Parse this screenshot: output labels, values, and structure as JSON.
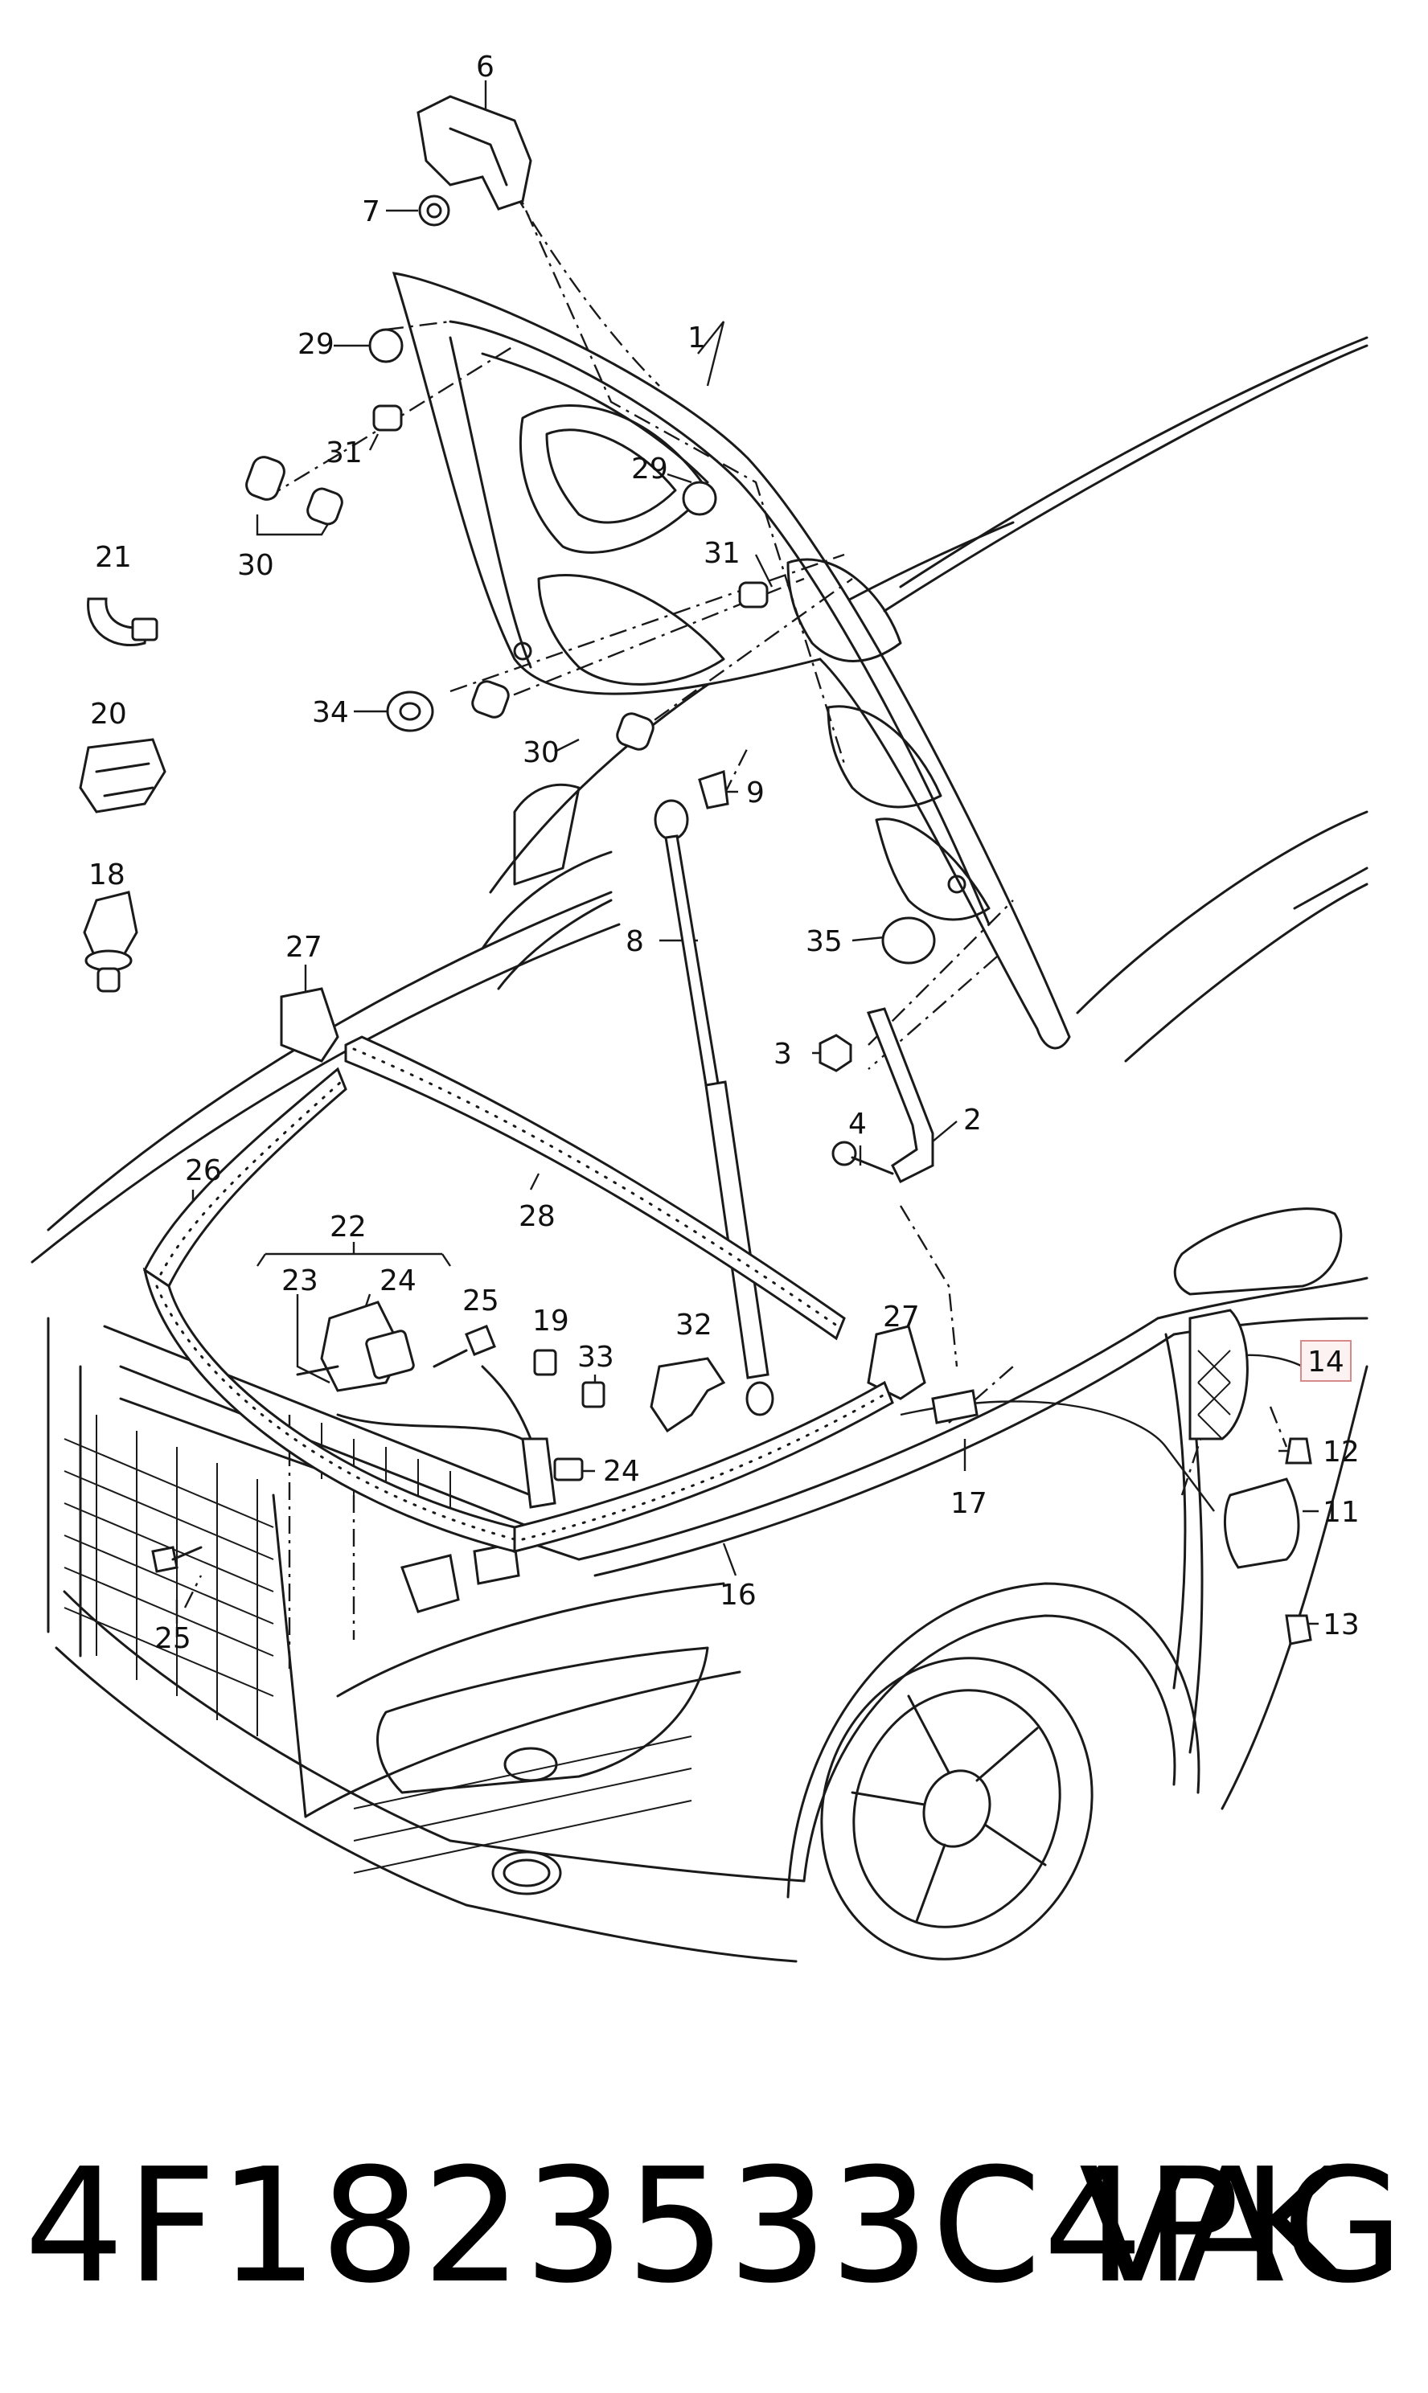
{
  "callouts": {
    "c1": "1",
    "c2": "2",
    "c3": "3",
    "c4": "4",
    "c6": "6",
    "c7": "7",
    "c8": "8",
    "c9": "9",
    "c11": "11",
    "c12": "12",
    "c13": "13",
    "c14": "14",
    "c16": "16",
    "c17": "17",
    "c18": "18",
    "c19": "19",
    "c20": "20",
    "c21": "21",
    "c22": "22",
    "c23": "23",
    "c24a": "24",
    "c24b": "24",
    "c25a": "25",
    "c25b": "25",
    "c26": "26",
    "c27a": "27",
    "c27b": "27",
    "c28": "28",
    "c29a": "29",
    "c29b": "29",
    "c30a": "30",
    "c30b": "30",
    "c31a": "31",
    "c31b": "31",
    "c32": "32",
    "c33": "33",
    "c34": "34",
    "c35": "35"
  },
  "highlighted_callout": "14",
  "highlight_color": "#d88a8a",
  "footer": {
    "part_number": "4F1823533C4PK",
    "brand": "VAG"
  }
}
